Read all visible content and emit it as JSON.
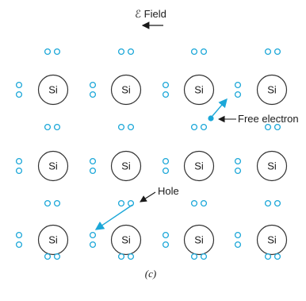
{
  "field": {
    "label": "ℰ Field",
    "direction": "left"
  },
  "atom": {
    "label": "Si",
    "rows": 3,
    "cols": 4
  },
  "annotations": {
    "free_electron": "Free electron",
    "hole": "Hole"
  },
  "caption": "(c)",
  "colors": {
    "electron": "#1ba7d8",
    "atom_stroke": "#333333",
    "text": "#1a1a1a"
  }
}
